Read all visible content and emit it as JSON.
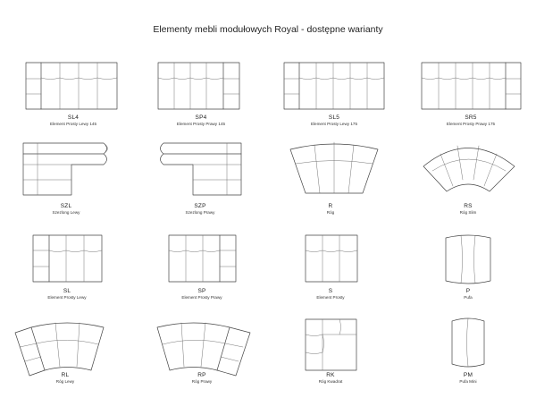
{
  "title": "Elementy mebli modułowych Royal - dostępne warianty",
  "items": [
    {
      "code": "SL4",
      "name": "Element Prosty Lewy 145"
    },
    {
      "code": "SP4",
      "name": "Element Prosty Prawy 145"
    },
    {
      "code": "SL5",
      "name": "Element Prosty Lewy 175"
    },
    {
      "code": "SR5",
      "name": "Element Prosty Prawy 175"
    },
    {
      "code": "SZL",
      "name": "Szezlong Lewy"
    },
    {
      "code": "SZP",
      "name": "Szezlong Prawy"
    },
    {
      "code": "R",
      "name": "Róg"
    },
    {
      "code": "RS",
      "name": "Róg Slim"
    },
    {
      "code": "SL",
      "name": "Element Prosty Lewy"
    },
    {
      "code": "SP",
      "name": "Element Prosty Prawy"
    },
    {
      "code": "S",
      "name": "Element Prosty"
    },
    {
      "code": "P",
      "name": "Pufa"
    },
    {
      "code": "RL",
      "name": "Róg Lewy"
    },
    {
      "code": "RP",
      "name": "Róg Prawy"
    },
    {
      "code": "RK",
      "name": "Róg Kwadrat"
    },
    {
      "code": "PM",
      "name": "Pufa Mini"
    }
  ]
}
